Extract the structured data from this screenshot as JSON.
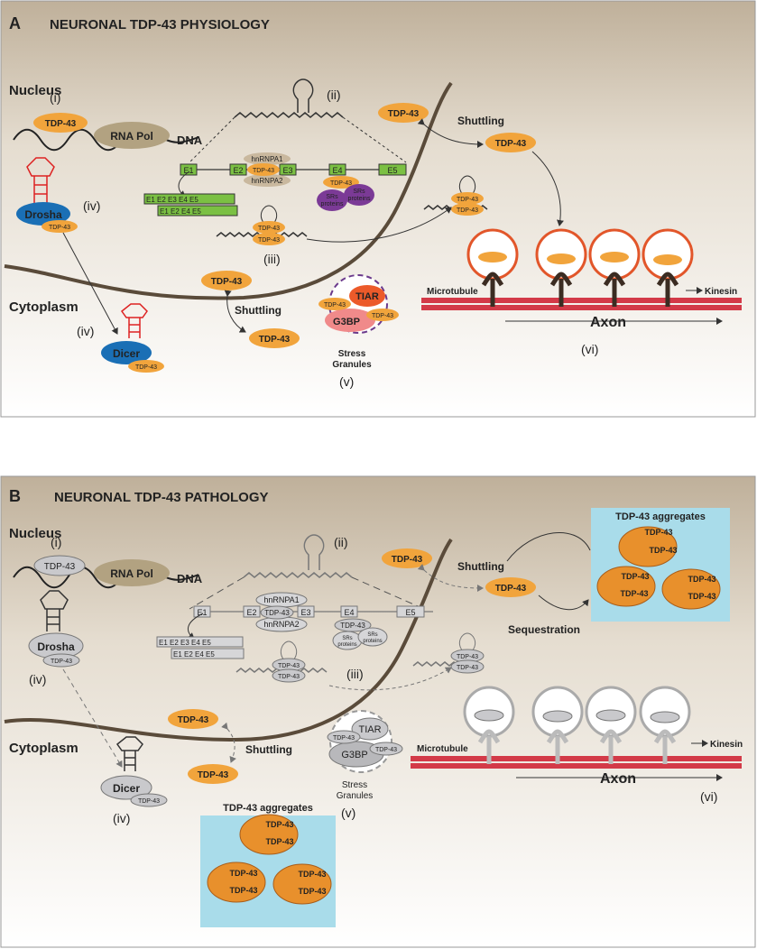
{
  "panels": [
    {
      "letter": "A",
      "title": "NEURONAL TDP-43 PHYSIOLOGY",
      "nucleus": "Nucleus",
      "cytoplasm": "Cytoplasm",
      "protein": "TDP-43",
      "rnapol": "RNA Pol",
      "dna": "DNA",
      "drosha": "Drosha",
      "dicer": "Dicer",
      "hnrnpa1": "hnRNPA1",
      "hnrnpa2": "hnRNPA2",
      "srs_line1": "SRs",
      "srs_line2": "proteins",
      "tiar": "TIAR",
      "g3bp": "G3BP",
      "sg_line1": "Stress",
      "sg_line2": "Granules",
      "shuttling": "Shuttling",
      "microtubule": "Microtubule",
      "kinesin": "Kinesin",
      "axon": "Axon",
      "exons": [
        "E1",
        "E2",
        "E3",
        "E4",
        "E5"
      ],
      "roman": {
        "i": "(i)",
        "ii": "(ii)",
        "iii": "(iii)",
        "iv": "(iv)",
        "v": "(v)",
        "vi": "(vi)"
      }
    },
    {
      "letter": "B",
      "title": "NEURONAL TDP-43 PATHOLOGY",
      "nucleus": "Nucleus",
      "cytoplasm": "Cytoplasm",
      "protein": "TDP-43",
      "rnapol": "RNA Pol",
      "dna": "DNA",
      "drosha": "Drosha",
      "dicer": "Dicer",
      "hnrnpa1": "hnRNPA1",
      "hnrnpa2": "hnRNPA2",
      "srs_line1": "SRs",
      "srs_line2": "proteins",
      "tiar": "TIAR",
      "g3bp": "G3BP",
      "sg_line1": "Stress",
      "sg_line2": "Granules",
      "shuttling": "Shuttling",
      "sequestration": "Sequestration",
      "aggregates": "TDP-43  aggregates",
      "microtubule": "Microtubule",
      "kinesin": "Kinesin",
      "axon": "Axon",
      "exons": [
        "E1",
        "E2",
        "E3",
        "E4",
        "E5"
      ],
      "roman": {
        "i": "(i)",
        "ii": "(ii)",
        "iii": "(iii)",
        "iv": "(iv)",
        "v": "(v)",
        "vi": "(vi)"
      }
    }
  ]
}
